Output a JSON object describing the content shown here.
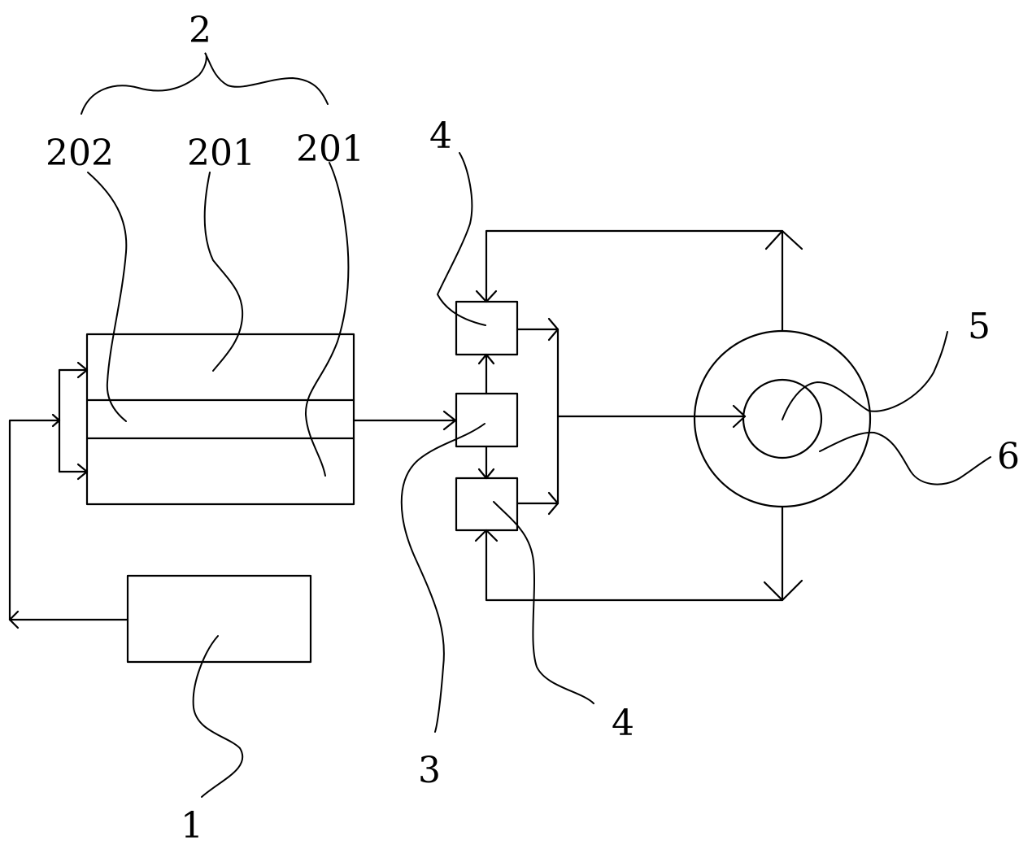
{
  "labels": {
    "group_2": "2",
    "part_202": "202",
    "part_201_center": "201",
    "part_201_right": "201",
    "part_4_top": "4",
    "part_4_bottom": "4",
    "part_3": "3",
    "part_5": "5",
    "part_6": "6",
    "part_1": "1"
  },
  "colors": {
    "line": "#000000",
    "background": "#ffffff"
  }
}
